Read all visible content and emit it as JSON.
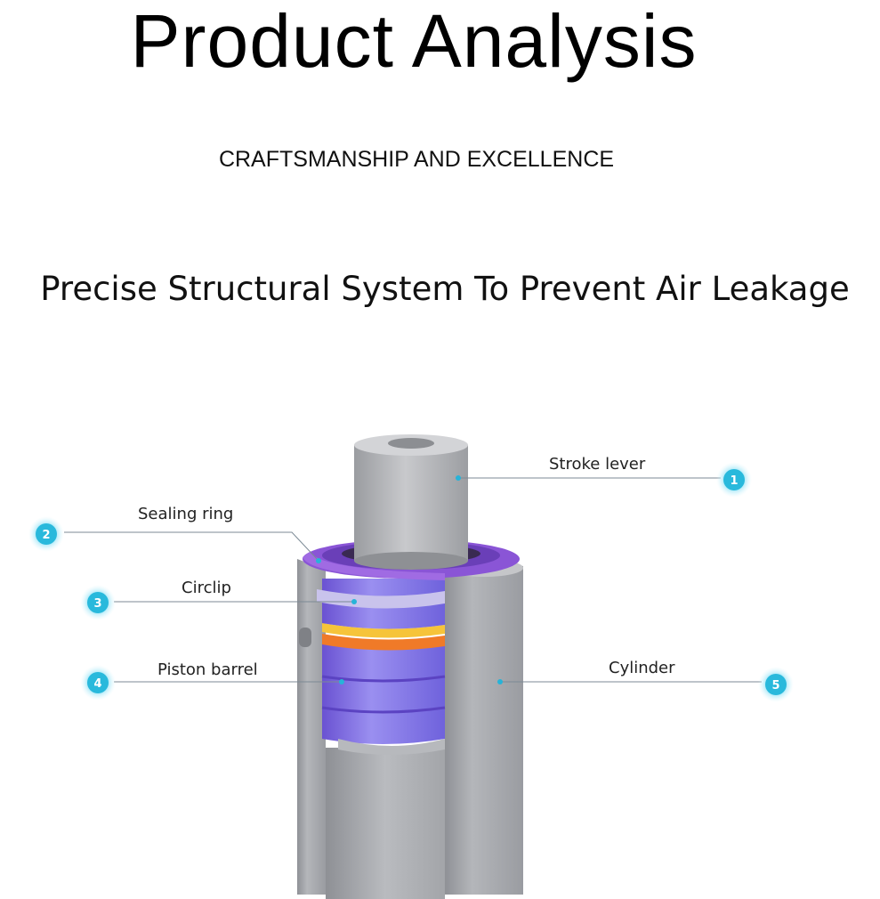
{
  "header": {
    "title": "Product Analysis",
    "subtitle": "CRAFTSMANSHIP AND EXCELLENCE",
    "headline": "Precise Structural System To Prevent Air Leakage"
  },
  "callouts": [
    {
      "number": "1",
      "label": "Stroke lever"
    },
    {
      "number": "2",
      "label": "Sealing ring"
    },
    {
      "number": "3",
      "label": "Circlip"
    },
    {
      "number": "4",
      "label": "Piston barrel"
    },
    {
      "number": "5",
      "label": "Cylinder"
    }
  ],
  "colors": {
    "badge": "#29b9dc",
    "badge_glow": "#aeeaf8",
    "leader_line": "#7c8a95",
    "metal": "#9c9ea3",
    "seal_purple": "#8a55d6",
    "circlip": "#b8b2e2",
    "piston_blue": "#7d6fe0",
    "ring_orange": "#f07a28",
    "ring_yellow": "#f6c43a"
  }
}
